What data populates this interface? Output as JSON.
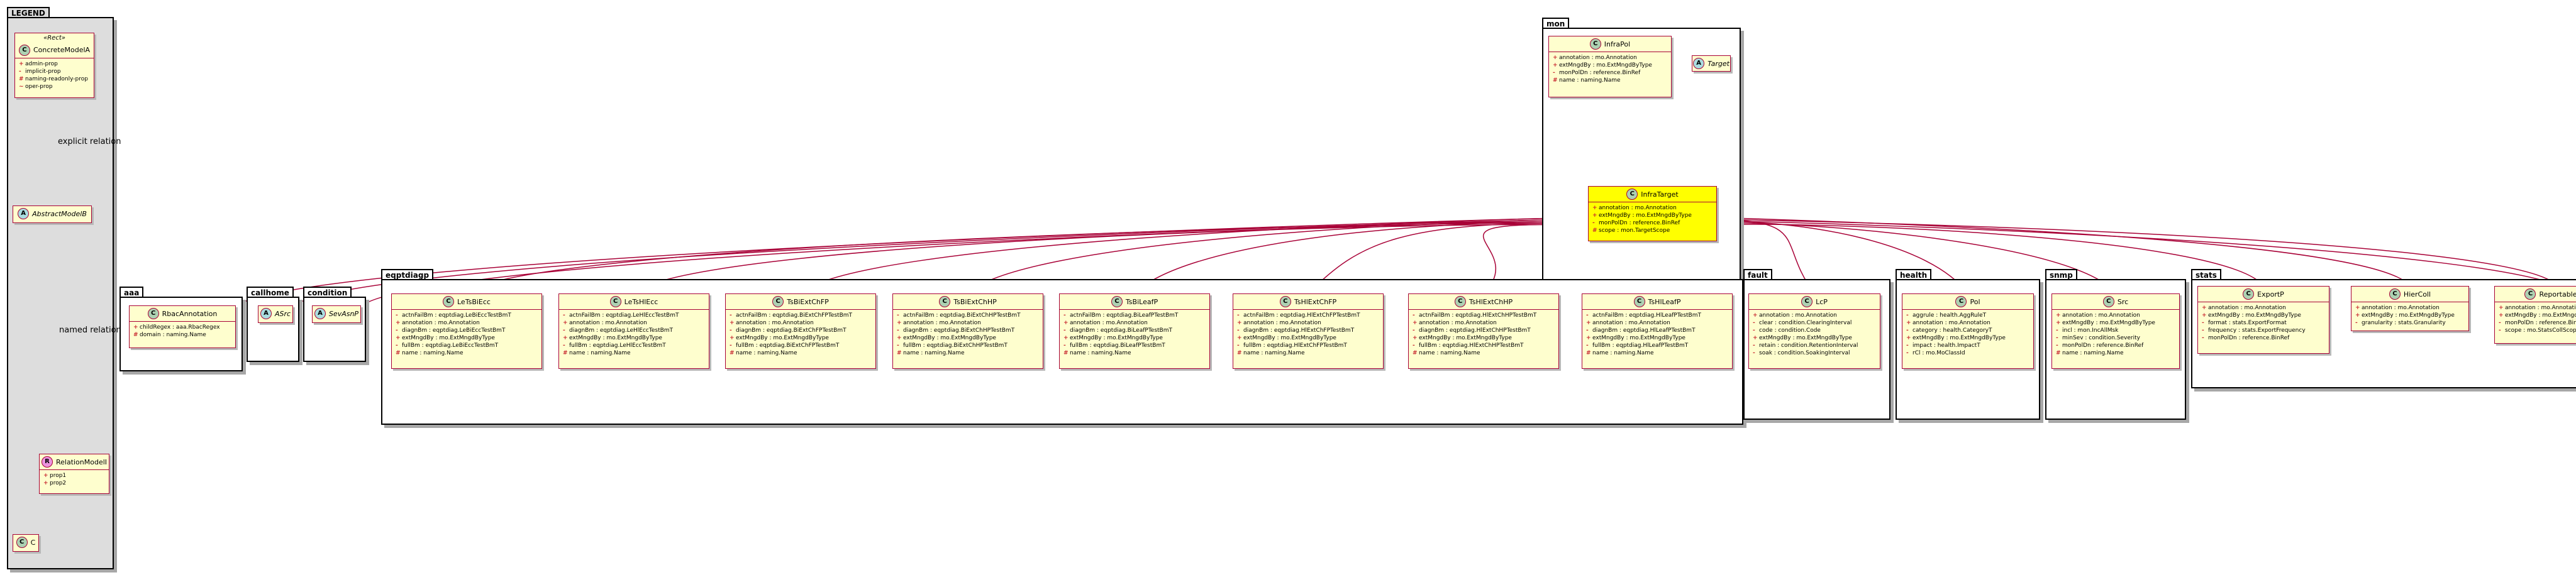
{
  "legend": {
    "title": "LEGEND",
    "rect_stereotype": "«Rect»",
    "concrete": {
      "name": "ConcreteModelA",
      "badge": "C",
      "members": [
        {
          "vis": "+",
          "text": "admin-prop"
        },
        {
          "vis": "-",
          "text": "implicit-prop"
        },
        {
          "vis": "#",
          "text": "naming-readonly-prop"
        },
        {
          "vis": "~",
          "text": "oper-prop"
        }
      ]
    },
    "abstract": {
      "name": "AbstractModelB",
      "badge": "A"
    },
    "relation": {
      "name": "RelationModelI",
      "badge": "R",
      "members": [
        {
          "vis": "+",
          "text": "prop1"
        },
        {
          "vis": "+",
          "text": "prop2"
        }
      ]
    },
    "c": {
      "name": "C",
      "badge": "C"
    },
    "explicit_label": "explicit relation",
    "named_label": "named relation"
  },
  "packages": {
    "mon": "mon",
    "aaa": "aaa",
    "callhome": "callhome",
    "condition": "condition",
    "eqptdiagp": "eqptdiagp",
    "fault": "fault",
    "health": "health",
    "snmp": "snmp",
    "stats": "stats"
  },
  "mon": {
    "infrapol": {
      "name": "InfraPol",
      "badge": "C",
      "members": [
        {
          "vis": "+",
          "text": "annotation : mo.Annotation"
        },
        {
          "vis": "+",
          "text": "extMngdBy : mo.ExtMngdByType"
        },
        {
          "vis": "-",
          "text": "monPolDn : reference.BinRef"
        },
        {
          "vis": "#",
          "text": "name : naming.Name"
        }
      ]
    },
    "target": {
      "name": "Target",
      "badge": "A"
    },
    "infratarget": {
      "name": "InfraTarget",
      "badge": "C",
      "members": [
        {
          "vis": "+",
          "text": "annotation : mo.Annotation"
        },
        {
          "vis": "+",
          "text": "extMngdBy : mo.ExtMngdByType"
        },
        {
          "vis": "-",
          "text": "monPolDn : reference.BinRef"
        },
        {
          "vis": "#",
          "text": "scope : mon.TargetScope"
        }
      ]
    }
  },
  "aaa": {
    "rbac": {
      "name": "RbacAnnotation",
      "badge": "C",
      "members": [
        {
          "vis": "+",
          "text": "childRegex : aaa.RbacRegex"
        },
        {
          "vis": "#",
          "text": "domain : naming.Name"
        }
      ]
    }
  },
  "callhome": {
    "asrc": {
      "name": "ASrc",
      "badge": "A"
    }
  },
  "condition": {
    "sevasnp": {
      "name": "SevAsnP",
      "badge": "A"
    }
  },
  "eqptdiagp": [
    {
      "name": "LeTsBiEcc",
      "badge": "C",
      "members": [
        {
          "vis": "-",
          "text": "actnFailBm : eqptdiag.LeBiEccTestBmT"
        },
        {
          "vis": "+",
          "text": "annotation : mo.Annotation"
        },
        {
          "vis": "-",
          "text": "diagnBm : eqptdiag.LeBiEccTestBmT"
        },
        {
          "vis": "+",
          "text": "extMngdBy : mo.ExtMngdByType"
        },
        {
          "vis": "-",
          "text": "fullBm : eqptdiag.LeBiEccTestBmT"
        },
        {
          "vis": "#",
          "text": "name : naming.Name"
        }
      ]
    },
    {
      "name": "LeTsHlEcc",
      "badge": "C",
      "members": [
        {
          "vis": "-",
          "text": "actnFailBm : eqptdiag.LeHlEccTestBmT"
        },
        {
          "vis": "+",
          "text": "annotation : mo.Annotation"
        },
        {
          "vis": "-",
          "text": "diagnBm : eqptdiag.LeHlEccTestBmT"
        },
        {
          "vis": "+",
          "text": "extMngdBy : mo.ExtMngdByType"
        },
        {
          "vis": "-",
          "text": "fullBm : eqptdiag.LeHlEccTestBmT"
        },
        {
          "vis": "#",
          "text": "name : naming.Name"
        }
      ]
    },
    {
      "name": "TsBiExtChFP",
      "badge": "C",
      "members": [
        {
          "vis": "-",
          "text": "actnFailBm : eqptdiag.BiExtChFPTestBmT"
        },
        {
          "vis": "+",
          "text": "annotation : mo.Annotation"
        },
        {
          "vis": "-",
          "text": "diagnBm : eqptdiag.BiExtChFPTestBmT"
        },
        {
          "vis": "+",
          "text": "extMngdBy : mo.ExtMngdByType"
        },
        {
          "vis": "-",
          "text": "fullBm : eqptdiag.BiExtChFPTestBmT"
        },
        {
          "vis": "#",
          "text": "name : naming.Name"
        }
      ]
    },
    {
      "name": "TsBiExtChHP",
      "badge": "C",
      "members": [
        {
          "vis": "-",
          "text": "actnFailBm : eqptdiag.BiExtChHPTestBmT"
        },
        {
          "vis": "+",
          "text": "annotation : mo.Annotation"
        },
        {
          "vis": "-",
          "text": "diagnBm : eqptdiag.BiExtChHPTestBmT"
        },
        {
          "vis": "+",
          "text": "extMngdBy : mo.ExtMngdByType"
        },
        {
          "vis": "-",
          "text": "fullBm : eqptdiag.BiExtChHPTestBmT"
        },
        {
          "vis": "#",
          "text": "name : naming.Name"
        }
      ]
    },
    {
      "name": "TsBiLeafP",
      "badge": "C",
      "members": [
        {
          "vis": "-",
          "text": "actnFailBm : eqptdiag.BiLeafPTestBmT"
        },
        {
          "vis": "+",
          "text": "annotation : mo.Annotation"
        },
        {
          "vis": "-",
          "text": "diagnBm : eqptdiag.BiLeafPTestBmT"
        },
        {
          "vis": "+",
          "text": "extMngdBy : mo.ExtMngdByType"
        },
        {
          "vis": "-",
          "text": "fullBm : eqptdiag.BiLeafPTestBmT"
        },
        {
          "vis": "#",
          "text": "name : naming.Name"
        }
      ]
    },
    {
      "name": "TsHlExtChFP",
      "badge": "C",
      "members": [
        {
          "vis": "-",
          "text": "actnFailBm : eqptdiag.HlExtChFPTestBmT"
        },
        {
          "vis": "+",
          "text": "annotation : mo.Annotation"
        },
        {
          "vis": "-",
          "text": "diagnBm : eqptdiag.HlExtChFPTestBmT"
        },
        {
          "vis": "+",
          "text": "extMngdBy : mo.ExtMngdByType"
        },
        {
          "vis": "-",
          "text": "fullBm : eqptdiag.HlExtChFPTestBmT"
        },
        {
          "vis": "#",
          "text": "name : naming.Name"
        }
      ]
    },
    {
      "name": "TsHlExtChHP",
      "badge": "C",
      "members": [
        {
          "vis": "-",
          "text": "actnFailBm : eqptdiag.HlExtChHPTestBmT"
        },
        {
          "vis": "+",
          "text": "annotation : mo.Annotation"
        },
        {
          "vis": "-",
          "text": "diagnBm : eqptdiag.HlExtChHPTestBmT"
        },
        {
          "vis": "+",
          "text": "extMngdBy : mo.ExtMngdByType"
        },
        {
          "vis": "-",
          "text": "fullBm : eqptdiag.HlExtChHPTestBmT"
        },
        {
          "vis": "#",
          "text": "name : naming.Name"
        }
      ]
    },
    {
      "name": "TsHlLeafP",
      "badge": "C",
      "members": [
        {
          "vis": "-",
          "text": "actnFailBm : eqptdiag.HlLeafPTestBmT"
        },
        {
          "vis": "+",
          "text": "annotation : mo.Annotation"
        },
        {
          "vis": "-",
          "text": "diagnBm : eqptdiag.HlLeafPTestBmT"
        },
        {
          "vis": "+",
          "text": "extMngdBy : mo.ExtMngdByType"
        },
        {
          "vis": "-",
          "text": "fullBm : eqptdiag.HlLeafPTestBmT"
        },
        {
          "vis": "#",
          "text": "name : naming.Name"
        }
      ]
    }
  ],
  "fault": {
    "lcp": {
      "name": "LcP",
      "badge": "C",
      "members": [
        {
          "vis": "+",
          "text": "annotation : mo.Annotation"
        },
        {
          "vis": "-",
          "text": "clear : condition.ClearingInterval"
        },
        {
          "vis": "-",
          "text": "code : condition.Code"
        },
        {
          "vis": "+",
          "text": "extMngdBy : mo.ExtMngdByType"
        },
        {
          "vis": "-",
          "text": "retain : condition.RetentionInterval"
        },
        {
          "vis": "-",
          "text": "soak : condition.SoakingInterval"
        }
      ]
    }
  },
  "health": {
    "pol": {
      "name": "Pol",
      "badge": "C",
      "members": [
        {
          "vis": "-",
          "text": "aggrule : health.AggRuleT"
        },
        {
          "vis": "+",
          "text": "annotation : mo.Annotation"
        },
        {
          "vis": "-",
          "text": "category : health.CategoryT"
        },
        {
          "vis": "+",
          "text": "extMngdBy : mo.ExtMngdByType"
        },
        {
          "vis": "-",
          "text": "impact : health.ImpactT"
        },
        {
          "vis": "-",
          "text": "rCl : mo.MoClassId"
        }
      ]
    }
  },
  "snmp": {
    "src": {
      "name": "Src",
      "badge": "C",
      "members": [
        {
          "vis": "+",
          "text": "annotation : mo.Annotation"
        },
        {
          "vis": "+",
          "text": "extMngdBy : mo.ExtMngdByType"
        },
        {
          "vis": "-",
          "text": "incl : mon.IncAllMsk"
        },
        {
          "vis": "-",
          "text": "minSev : condition.Severity"
        },
        {
          "vis": "-",
          "text": "monPolDn : reference.BinRef"
        },
        {
          "vis": "#",
          "text": "name : naming.Name"
        }
      ]
    }
  },
  "stats": {
    "exportp": {
      "name": "ExportP",
      "badge": "C",
      "members": [
        {
          "vis": "+",
          "text": "annotation : mo.Annotation"
        },
        {
          "vis": "+",
          "text": "extMngdBy : mo.ExtMngdByType"
        },
        {
          "vis": "-",
          "text": "format : stats.ExportFormat"
        },
        {
          "vis": "-",
          "text": "frequency : stats.ExportFrequency"
        },
        {
          "vis": "-",
          "text": "monPolDn : reference.BinRef"
        }
      ]
    },
    "hiercoll": {
      "name": "HierColl",
      "badge": "C",
      "members": [
        {
          "vis": "+",
          "text": "annotation : mo.Annotation"
        },
        {
          "vis": "+",
          "text": "extMngdBy : mo.ExtMngdByType"
        },
        {
          "vis": "-",
          "text": "granularity : stats.Granularity"
        }
      ]
    },
    "reportable": {
      "name": "Reportable",
      "badge": "C",
      "members": [
        {
          "vis": "+",
          "text": "annotation : mo.Annotation"
        },
        {
          "vis": "+",
          "text": "extMngdBy : mo.ExtMngdByType"
        },
        {
          "vis": "-",
          "text": "monPolDn : reference.BinRef"
        },
        {
          "vis": "-",
          "text": "scope : mo.StatsCollScope"
        }
      ]
    }
  },
  "colors": {
    "class_fill": "#fefece",
    "class_border": "#a80036",
    "highlight_fill": "#ffff00",
    "legend_fill": "#dddddd",
    "edge": "#a80036"
  }
}
